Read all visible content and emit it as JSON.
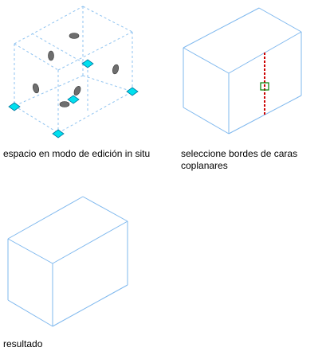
{
  "captions": {
    "edit_mode": "espacio en modo de edición in situ",
    "select_edges": "seleccione bordes de caras coplanares",
    "result": "resultado"
  },
  "colors": {
    "edge": "#7fb8ee",
    "dashed_edge": "#8fc3f0",
    "grip": "#00e0ee",
    "grip_stroke": "#0077a0",
    "ellipse_grip": "#6e6e6e",
    "selected_edge": "#cc0000",
    "pick_box": "#008000"
  },
  "icons": {
    "vertex_grip": "cyan-diamond-grip-icon",
    "face_grip": "gray-ellipse-grip-icon",
    "pick_box": "green-square-pickbox-icon"
  }
}
